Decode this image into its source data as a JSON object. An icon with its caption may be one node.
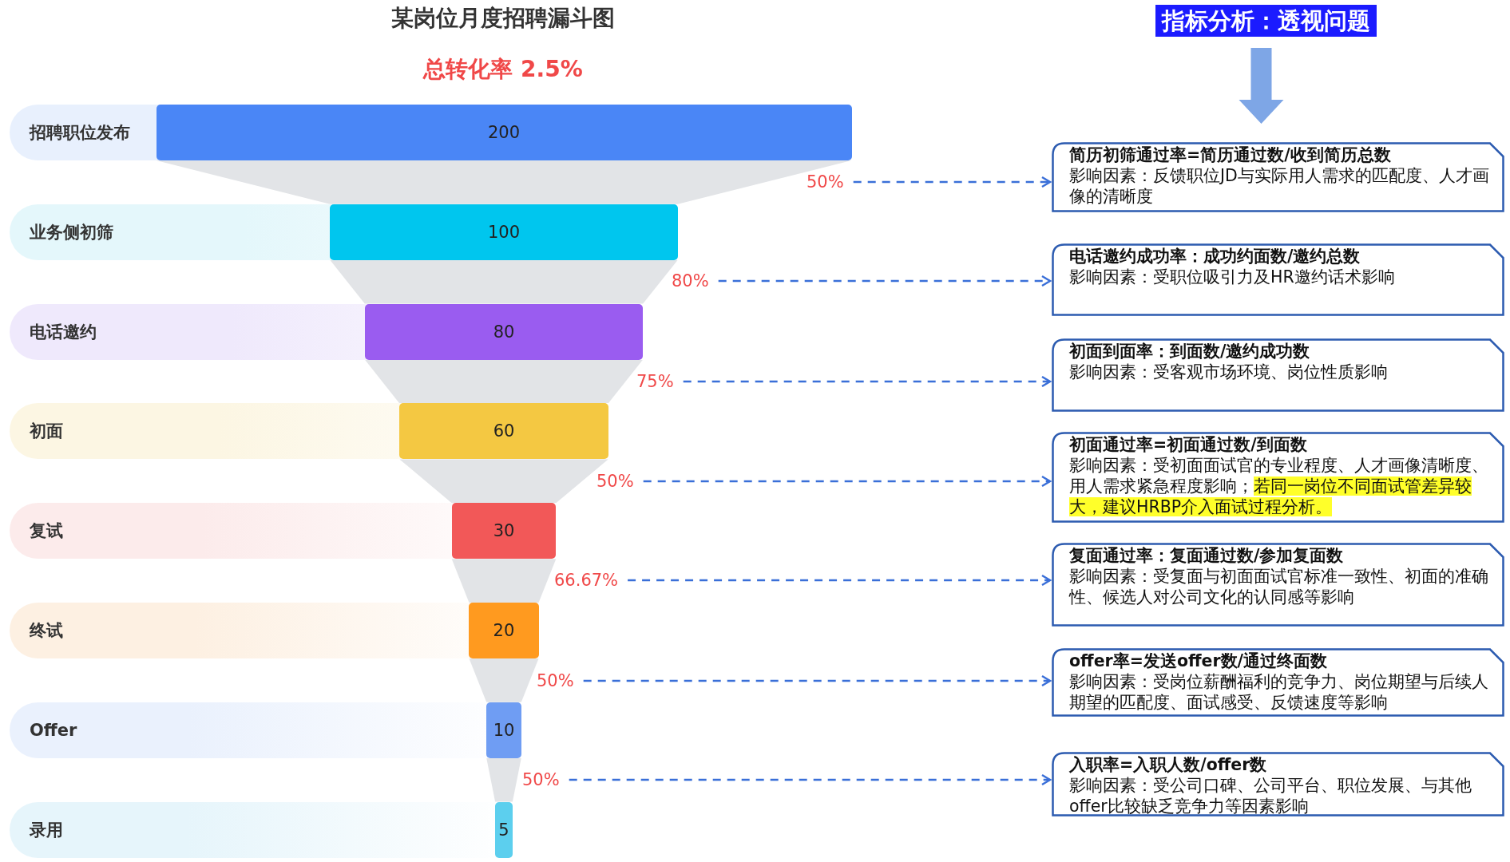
{
  "diagram": {
    "title": "某岗位月度招聘漏斗图",
    "nodes": [
      {
        "text": [
          "招聘职位发布"
        ]
      },
      {
        "text": [
          "200"
        ],
        "in": 0
      },
      {
        "text": [
          "业务侧初筛"
        ]
      },
      {
        "text": [
          "100"
        ],
        "in": 2
      },
      {
        "text": [
          "电话邀约"
        ]
      },
      {
        "text": [
          "80"
        ],
        "in": 4
      },
      {
        "text": [
          "初面"
        ]
      },
      {
        "text": [
          "60"
        ],
        "in": 6
      },
      {
        "text": [
          "复试"
        ]
      },
      {
        "text": [
          "30"
        ],
        "in": 8
      },
      {
        "text": [
          "终试"
        ]
      },
      {
        "text": [
          "20"
        ],
        "in": 10
      },
      {
        "text": [
          "Offer"
        ]
      },
      {
        "text": [
          "10"
        ],
        "in": 12
      },
      {
        "text": [
          "录用"
        ]
      },
      {
        "text": [
          "5"
        ],
        "in": 14
      },
      {
        "text": [
          "50%"
        ]
      },
      {
        "text": [
          "80%"
        ]
      },
      {
        "text": [
          "75%"
        ]
      },
      {
        "text": [
          "50%"
        ]
      },
      {
        "text": [
          "66.67%"
        ]
      },
      {
        "text": [
          "50%"
        ]
      },
      {
        "text": [
          "50%"
        ]
      },
      {
        "text": [
          "指标分析：透视问题"
        ]
      },
      {
        "text": [
          "简历初筛通过率=简历通过数/收到简历总数",
          "影响因素：反馈职位JD与实际用人需求的匹配度、人才画像的清晰度"
        ]
      },
      {
        "text": [
          "电话邀约成功率：成功约面数/邀约总数",
          "影响因素：受职位吸引力及HR邀约话术影响"
        ]
      },
      {
        "text": [
          "初面到面率：到面数/邀约成功数",
          "影响因素：受客观市场环境、岗位性质影响"
        ]
      },
      {
        "text": [
          "初面通过率=初面通过数/到面数",
          "影响因素：受初面面试官的专业程度、人才画像清晰度、用人需求紧急程度影响；",
          "若同一岗位不同面试管差异较大，建议HRBP介入面试过程分析。"
        ]
      },
      {
        "text": [
          "复面通过率：复面通过数/参加复面数",
          "影响因素：受复面与初面面试官标准一致性、初面的准确性、候选人对公司文化的认同感等影响"
        ]
      },
      {
        "text": [
          "offer率=发送offer数/通过终面数",
          "影响因素：受岗位薪酬福利的竞争力、岗位期望与后续人期望的匹配度、面试感受、反馈速度等影响"
        ]
      },
      {
        "text": [
          "入职率=入职人数/offer数",
          "影响因素：受公司口碑、公司平台、职位发展、与其他offer比较缺乏竞争力等因素影响"
        ]
      }
    ],
    "edges": [
      {
        "from": 16,
        "to": 24,
        "arrow": "to",
        "style": "dashed"
      },
      {
        "from": 17,
        "to": 25,
        "arrow": "to",
        "style": "dashed"
      },
      {
        "from": 18,
        "to": 26,
        "arrow": "to",
        "style": "dashed"
      },
      {
        "from": 19,
        "to": 27,
        "arrow": "to",
        "style": "dashed"
      },
      {
        "from": 20,
        "to": 28,
        "arrow": "to",
        "style": "dashed"
      },
      {
        "from": 21,
        "to": 29,
        "arrow": "to",
        "style": "dashed"
      },
      {
        "from": 22,
        "to": 30,
        "arrow": "to",
        "style": "dashed"
      },
      {
        "from": 23,
        "to": null,
        "arrow": "to",
        "style": "thick",
        "color": "#7ea6e6"
      }
    ],
    "labels": [
      "总转化率 2.5%"
    ]
  }
}
